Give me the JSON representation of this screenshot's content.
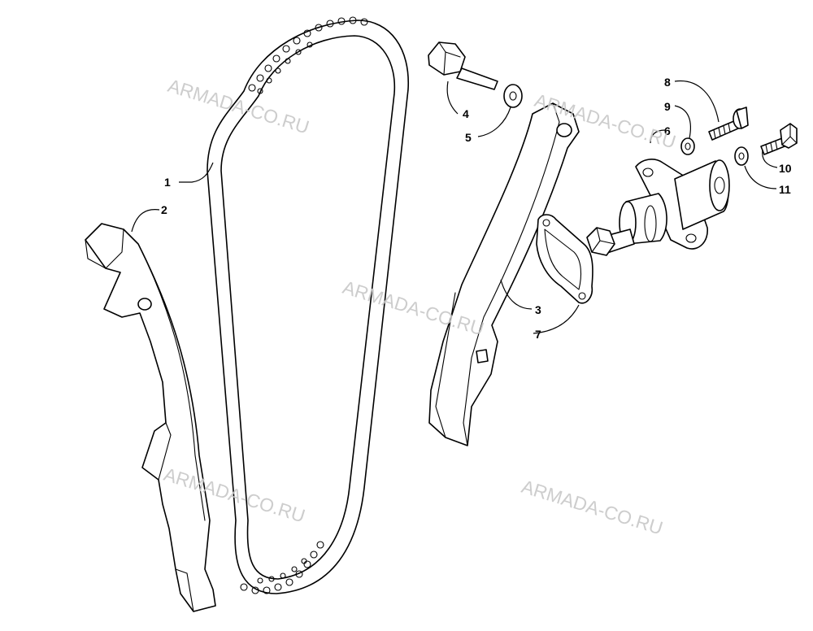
{
  "watermark": "ARMADA-CO.RU",
  "callouts": [
    "1",
    "2",
    "3",
    "4",
    "5",
    "6",
    "7",
    "8",
    "9",
    "10",
    "11"
  ],
  "colors": {
    "line": "#000000",
    "background": "#ffffff",
    "watermark": "#c8c8c8"
  }
}
